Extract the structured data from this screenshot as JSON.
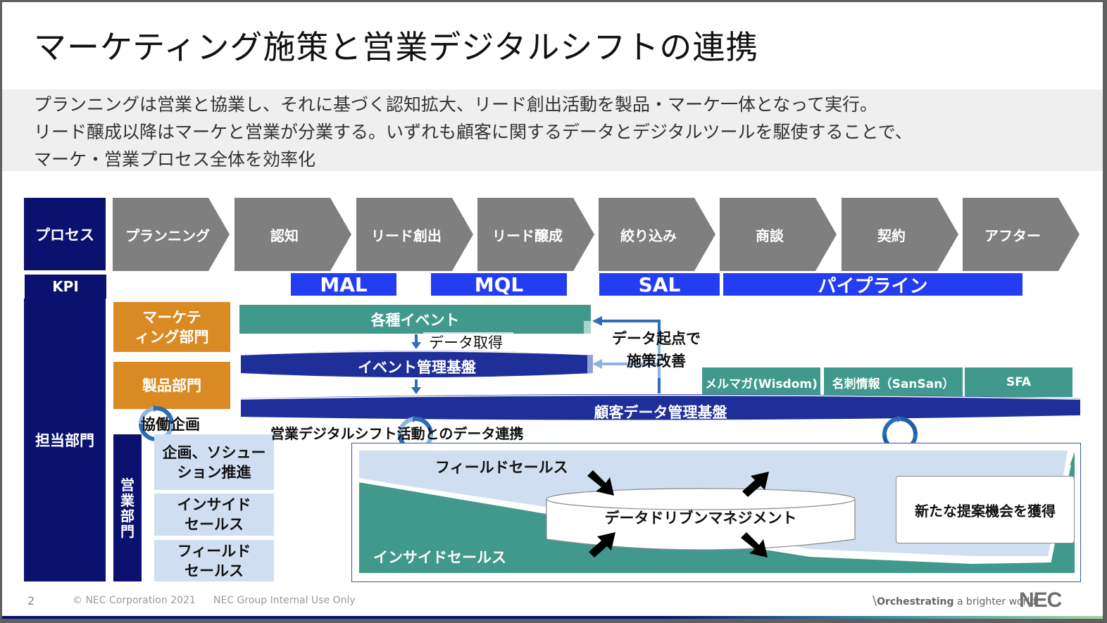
{
  "slide": {
    "title": "マーケティング施策と営業デジタルシフトの連携",
    "lead_lines": [
      "プランニングは営業と協業し、それに基づく認知拡大、リード創出活動を製品・マーケ一体となって実行。",
      "リード醸成以降はマーケと営業が分業する。いずれも顧客に関するデータとデジタルツールを駆使することで、",
      "マーケ・営業プロセス全体を効率化"
    ]
  },
  "rows": {
    "process_label": "プロセス",
    "kpi_label": "KPI",
    "dept_label": "担当部門"
  },
  "process_steps": [
    {
      "label": "プランニング"
    },
    {
      "label": "認知"
    },
    {
      "label": "リード創出"
    },
    {
      "label": "リード醸成"
    },
    {
      "label": "絞り込み"
    },
    {
      "label": "商談"
    },
    {
      "label": "契約"
    },
    {
      "label": "アフター"
    }
  ],
  "kpis": [
    {
      "label": "MAL"
    },
    {
      "label": "MQL"
    },
    {
      "label": "SAL"
    },
    {
      "label": "パイプライン"
    }
  ],
  "departments": {
    "marketing": "マーケティング部門",
    "marketing_line1": "マーケテ",
    "marketing_line2": "ィング部門",
    "product": "製品部門",
    "collab": "協働企画",
    "sales": "営業部門",
    "sales_vertical": [
      "営",
      "業",
      "部",
      "門"
    ],
    "sales_teams": [
      {
        "line1": "企画、ソシュー",
        "line2": "ション推進"
      },
      {
        "line1": "インサイド",
        "line2": "セールス"
      },
      {
        "line1": "フィールド",
        "line2": "セールス"
      }
    ]
  },
  "flow": {
    "events": "各種イベント",
    "data_acquire": "データ取得",
    "event_platform": "イベント管理基盤",
    "feedback_line1": "データ起点で",
    "feedback_line2": "施策改善",
    "customer_platform": "顧客データ管理基盤",
    "tools": [
      "メルマガ(Wisdom)",
      "名刺情報（SanSan）",
      "SFA"
    ],
    "sales_link": "営業デジタルシフト活動とのデータ連携"
  },
  "sales_panel": {
    "field_sales": "フィールドセールス",
    "inside_sales": "インサイドセールス",
    "data_driven": "データドリブンマネジメント",
    "new_opportunity": "新たな提案機会を獲得"
  },
  "footer": {
    "page_number": "2",
    "copyright": "© NEC Corporation 2021",
    "classification": "NEC Group Internal Use Only",
    "tagline_bold": "Orchestrating",
    "tagline_rest": " a brighter world",
    "logo": "NEC"
  },
  "colors": {
    "navy": "#0a116e",
    "kpi_blue": "#233df2",
    "chevron_gray": "#7f7f7f",
    "orange": "#d98a23",
    "teal": "#41998d",
    "light_blue": "#cfdff1",
    "platform_blue": "#1f2f9a"
  }
}
